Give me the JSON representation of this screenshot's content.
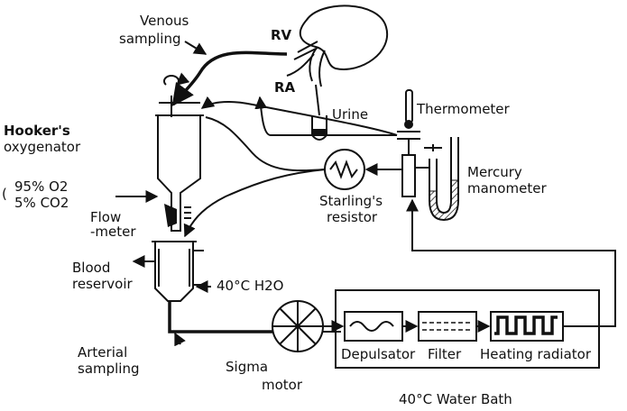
{
  "labels": {
    "venous_sampling_1": "Venous",
    "venous_sampling_2": "sampling",
    "rv": "RV",
    "ra": "RA",
    "urine": "Urine",
    "thermometer": "Thermometer",
    "hookers_1": "Hooker's",
    "hookers_2": "oxygenator",
    "gas_o2": "95% O2",
    "gas_co2": "5% CO2",
    "flow_1": "Flow",
    "flow_2": "-meter",
    "starling_1": "Starling's",
    "starling_2": "resistor",
    "mercury_1": "Mercury",
    "mercury_2": "manometer",
    "blood_1": "Blood",
    "blood_2": "reservoir",
    "h2o": "40°C H2O",
    "arterial_1": "Arterial",
    "arterial_2": "sampling",
    "sigma_1": "Sigma",
    "sigma_2": "motor",
    "depulsator": "Depulsator",
    "filter": "Filter",
    "heating": "Heating radiator",
    "water_bath": "40°C Water Bath"
  }
}
